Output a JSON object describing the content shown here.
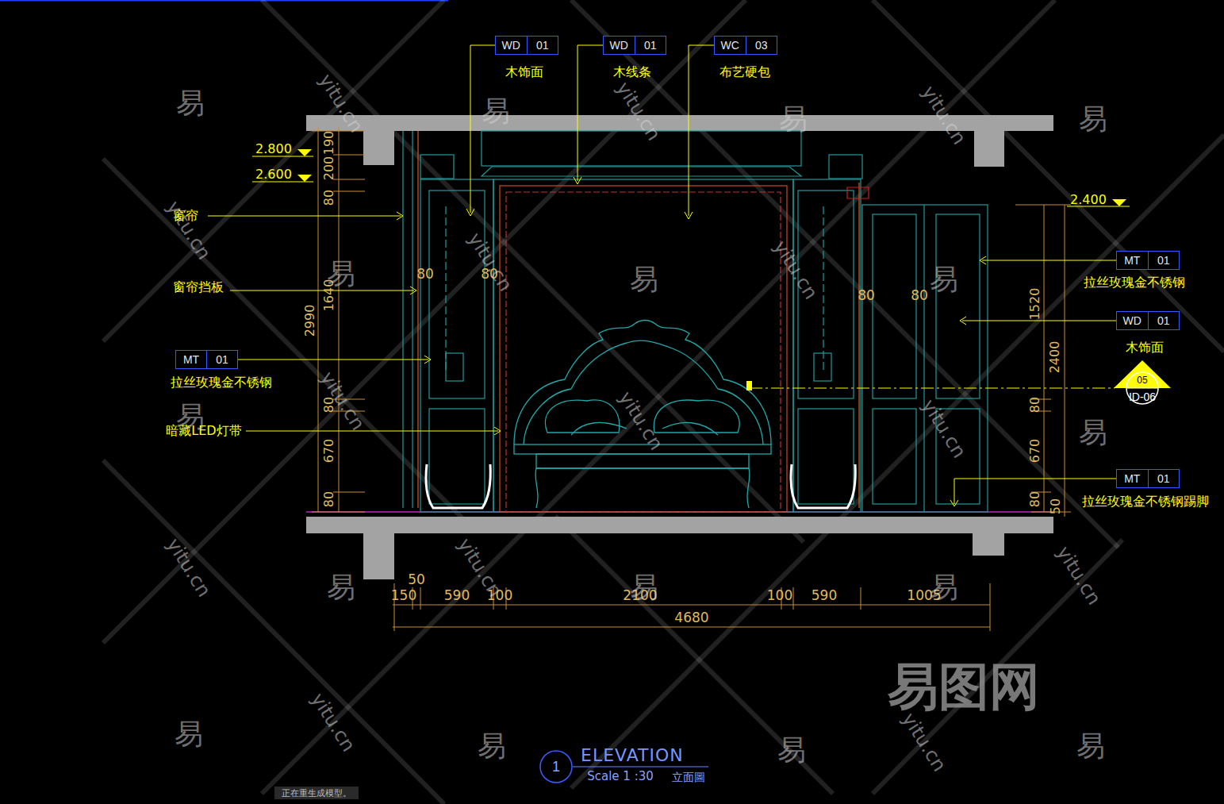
{
  "diagram": {
    "title": "ELEVATION",
    "nodes": [
      {
        "text": [
          "WD",
          "01"
        ]
      },
      {
        "text": [
          "WD",
          "01"
        ]
      },
      {
        "text": [
          "WC",
          "03"
        ]
      },
      {
        "text": [
          "MT",
          "01"
        ]
      },
      {
        "text": [
          "MT",
          "01"
        ]
      },
      {
        "text": [
          "WD",
          "01"
        ]
      },
      {
        "text": [
          "MT",
          "01"
        ]
      },
      {
        "text": [
          "05",
          "ID-06"
        ]
      },
      {
        "text": [
          "1"
        ]
      }
    ],
    "labels": [
      "木饰面",
      "木线条",
      "布艺硬包",
      "2.800",
      "2.600",
      "窗帘",
      "窗帘挡板",
      "拉丝玫瑰金不锈钢",
      "暗藏LED灯带",
      "2.400",
      "拉丝玫瑰金不锈钢",
      "木饰面",
      "拉丝玫瑰金不锈钢踢脚",
      "190",
      "200",
      "80",
      "1640",
      "2990",
      "80",
      "670",
      "80",
      "80",
      "80",
      "80",
      "80",
      "1520",
      "2400",
      "80",
      "670",
      "80",
      "50",
      "50",
      "150",
      "590",
      "100",
      "2100",
      "100",
      "590",
      "1005",
      "4680",
      "Scale 1 :30",
      "立面圖",
      "正在重生成模型。",
      "易",
      "易",
      "易",
      "易",
      "易",
      "易",
      "易",
      "易",
      "易",
      "易",
      "易",
      "易",
      "易",
      "易",
      "易",
      "易",
      "yitu.cn",
      "yitu.cn",
      "yitu.cn",
      "yitu.cn",
      "yitu.cn",
      "yitu.cn",
      "yitu.cn",
      "yitu.cn",
      "yitu.cn",
      "yitu.cn",
      "yitu.cn",
      "yitu.cn",
      "yitu.cn",
      "yitu.cn",
      "易图网"
    ]
  }
}
